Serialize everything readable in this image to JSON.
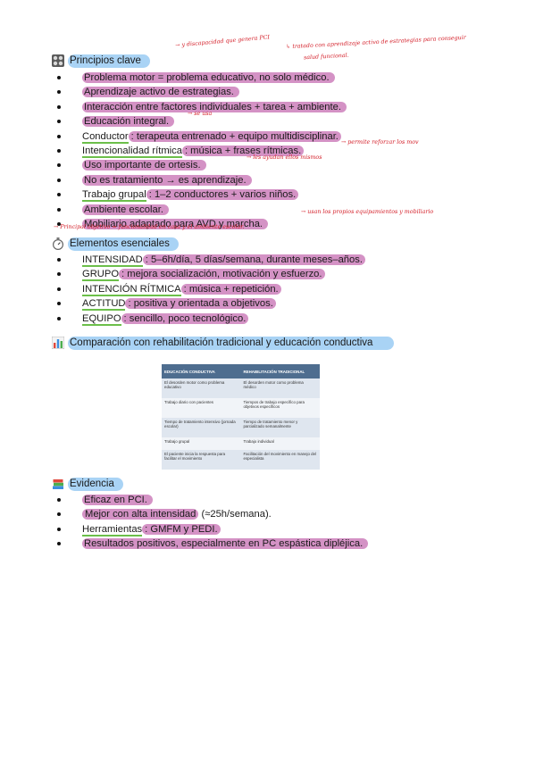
{
  "principios": {
    "title": "Principios clave",
    "items": [
      {
        "text": "Problema motor = problema educativo, no solo médico."
      },
      {
        "text": "Aprendizaje activo de estrategias."
      },
      {
        "text": "Interacción entre factores individuales + tarea + ambiente."
      },
      {
        "text": "Educación integral."
      },
      {
        "label": "Conductor",
        "text": ": terapeuta entrenado + equipo multidisciplinar."
      },
      {
        "label": "Intencionalidad rítmica",
        "text": ": música + frases rítmicas."
      },
      {
        "text": "Uso importante de ortesis."
      },
      {
        "text": "No es tratamiento → es aprendizaje."
      },
      {
        "label": "Trabajo grupal",
        "text": ": 1–2 conductores + varios niños."
      },
      {
        "text": "Ambiente escolar."
      },
      {
        "text": "Mobiliario adaptado para AVD y marcha."
      }
    ]
  },
  "elementos": {
    "title": "Elementos esenciales",
    "items": [
      {
        "label": "INTENSIDAD",
        "text": ": 5–6h/día, 5 días/semana, durante meses–años."
      },
      {
        "label": "GRUPO",
        "text": ": mejora socialización, motivación y esfuerzo."
      },
      {
        "label": "INTENCIÓN RÍTMICA",
        "text": ": música + repetición."
      },
      {
        "label": "ACTITUD",
        "text": ": positiva y orientada a objetivos."
      },
      {
        "label": "EQUIPO",
        "text": ": sencillo, poco tecnológico."
      }
    ]
  },
  "comparacion": {
    "title": "Comparación con rehabilitación tradicional y educación conductiva",
    "headers": [
      "EDUCACIÓN CONDUCTIVA",
      "REHABILITACIÓN TRADICIONAL"
    ],
    "rows": [
      [
        "El desorden motor como problema educativo",
        "El desorden motor como problema médico"
      ],
      [
        "Trabajo diario con pacientes",
        "Tiempos de trabajo específico para objetivos específicos"
      ],
      [
        "Tiempo de tratamiento intensivo (jornada escolar)",
        "Tiempo de tratamiento menor y parcializado semanalmente"
      ],
      [
        "Trabajo grupal",
        "Trabajo individual"
      ],
      [
        "El paciente inicia la respuesta para facilitar el movimiento",
        "Facilitación del movimiento en manejo del especialista"
      ]
    ]
  },
  "evidencia": {
    "title": "Evidencia",
    "items": [
      {
        "text": "Eficaz en PCI."
      },
      {
        "text": "Mejor con alta intensidad",
        "extra": " (≈25h/semana)."
      },
      {
        "label": "Herramientas",
        "text": ": GMFM y PEDI."
      },
      {
        "text": "Resultados positivos, especialmente en PC espástica dipléjica."
      }
    ]
  },
  "notes": {
    "n1": "→ y discapacidad que genera PCI",
    "n2": "↳ tratado con aprendizaje activo de estrategias para conseguir",
    "n3": "salud funcional.",
    "n4": "→ se usa",
    "n5": "→ permite reforzar los mov",
    "n6": "→ les ayudan ellos mismos",
    "n7": "→ usan los propios equipamientos y mobiliario",
    "n8": "→ Principal objetivo = funcionalidad en casa y el ambiente escolar."
  }
}
